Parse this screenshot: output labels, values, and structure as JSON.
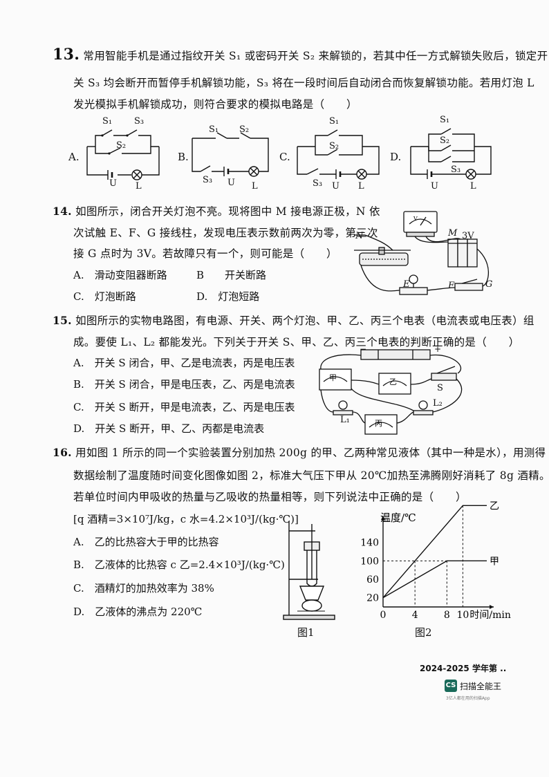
{
  "q13": {
    "num": "13.",
    "line1": "常用智能手机是通过指纹开关 S₁ 或密码开关 S₂ 来解锁的，若其中任一方式解锁失败后，锁定开",
    "line2": "关 S₃ 均会断开而暂停手机解锁功能，S₃ 将在一段时间后自动闭合而恢复解锁功能。若用灯泡 L",
    "line3": "发光模拟手机解锁成功，则符合要求的模拟电路是（　　）",
    "options": [
      "A.",
      "B.",
      "C.",
      "D."
    ],
    "labels": {
      "s1": "S₁",
      "s2": "S₂",
      "s3": "S₃",
      "u": "U",
      "l": "L"
    }
  },
  "q14": {
    "num": "14.",
    "line1": "如图所示，闭合开关灯泡不亮。现将图中 M 接电源正极，N 依",
    "line2": "次试触 E、F、G 接线柱，发现电压表示数前两次为零，第三次",
    "line3": "接 G 点时为 3V。若故障只有一个，则可能是（　　）",
    "optA": "A.　滑动变阻器断路",
    "optB": "B　　开关断路",
    "optC": "C.　灯泡断路",
    "optD": "D.　灯泡短路",
    "fig": {
      "n": "N",
      "m": "M",
      "v3": "3V",
      "e": "E",
      "f": "F",
      "g": "G",
      "vm": "V"
    }
  },
  "q15": {
    "num": "15.",
    "line1": "如图所示的实物电路图，有电源、开关、两个灯泡、甲、乙、丙三个电表（电流表或电压表）组",
    "line2": "成。要使 L₁、L₂ 都能发光。下列关于开关 S、甲、乙、丙三个电表的判断正确的是（　　）",
    "optA": "A.　开关 S 闭合，甲、乙是电流表，丙是电压表",
    "optB": "B.　开关 S 闭合，甲是电压表，乙、丙是电流表",
    "optC": "C.　开关 S 断开，甲是电流表，乙、丙是电压表",
    "optD": "D.　开关 S 断开，甲、乙、丙都是电流表",
    "fig": {
      "jia": "甲",
      "yi": "乙",
      "bing": "丙",
      "s": "S",
      "l1": "L₁",
      "l2": "L₂",
      "minus": "−",
      "plus": "+"
    }
  },
  "q16": {
    "num": "16.",
    "line1": "用如图 1 所示的同一个实验装置分别加热 200g 的甲、乙两种常见液体（其中一种是水），用测得",
    "line2": "数据绘制了温度随时间变化图像如图 2，标准大气压下甲从 20℃加热至沸腾刚好消耗了 8g 酒精。",
    "line3": "若单位时间内甲吸收的热量与乙吸收的热量相等，则下列说法中正确的是（　　）",
    "constants": "[q 酒精=3×10⁷J/kg，c 水=4.2×10³J/(kg·℃)]",
    "optA": "A.　乙的比热容大于甲的比热容",
    "optB": "B.　乙液体的比热容 c 乙=2.4×10³J/(kg·℃)",
    "optC": "C.　酒精灯的加热效率为 38%",
    "optD": "D.　乙液体的沸点为 220℃",
    "fig1": "图1",
    "fig2": "图2"
  },
  "chart_data": {
    "type": "line",
    "ylabel": "温度/℃",
    "xlabel": "时间/min",
    "x_ticks": [
      0,
      4,
      8,
      10
    ],
    "y_ticks": [
      20,
      60,
      100,
      140
    ],
    "xlim": [
      0,
      13
    ],
    "ylim": [
      0,
      180
    ],
    "series": [
      {
        "name": "乙",
        "x": [
          0,
          10,
          13
        ],
        "y": [
          20,
          220,
          220
        ]
      },
      {
        "name": "甲",
        "x": [
          0,
          8,
          13
        ],
        "y": [
          20,
          100,
          100
        ]
      }
    ]
  },
  "footer": {
    "text": "2024-2025 学年第 ..",
    "logo": "CS",
    "app": "扫描全能王",
    "sub": "3亿人都在用的扫描App"
  }
}
